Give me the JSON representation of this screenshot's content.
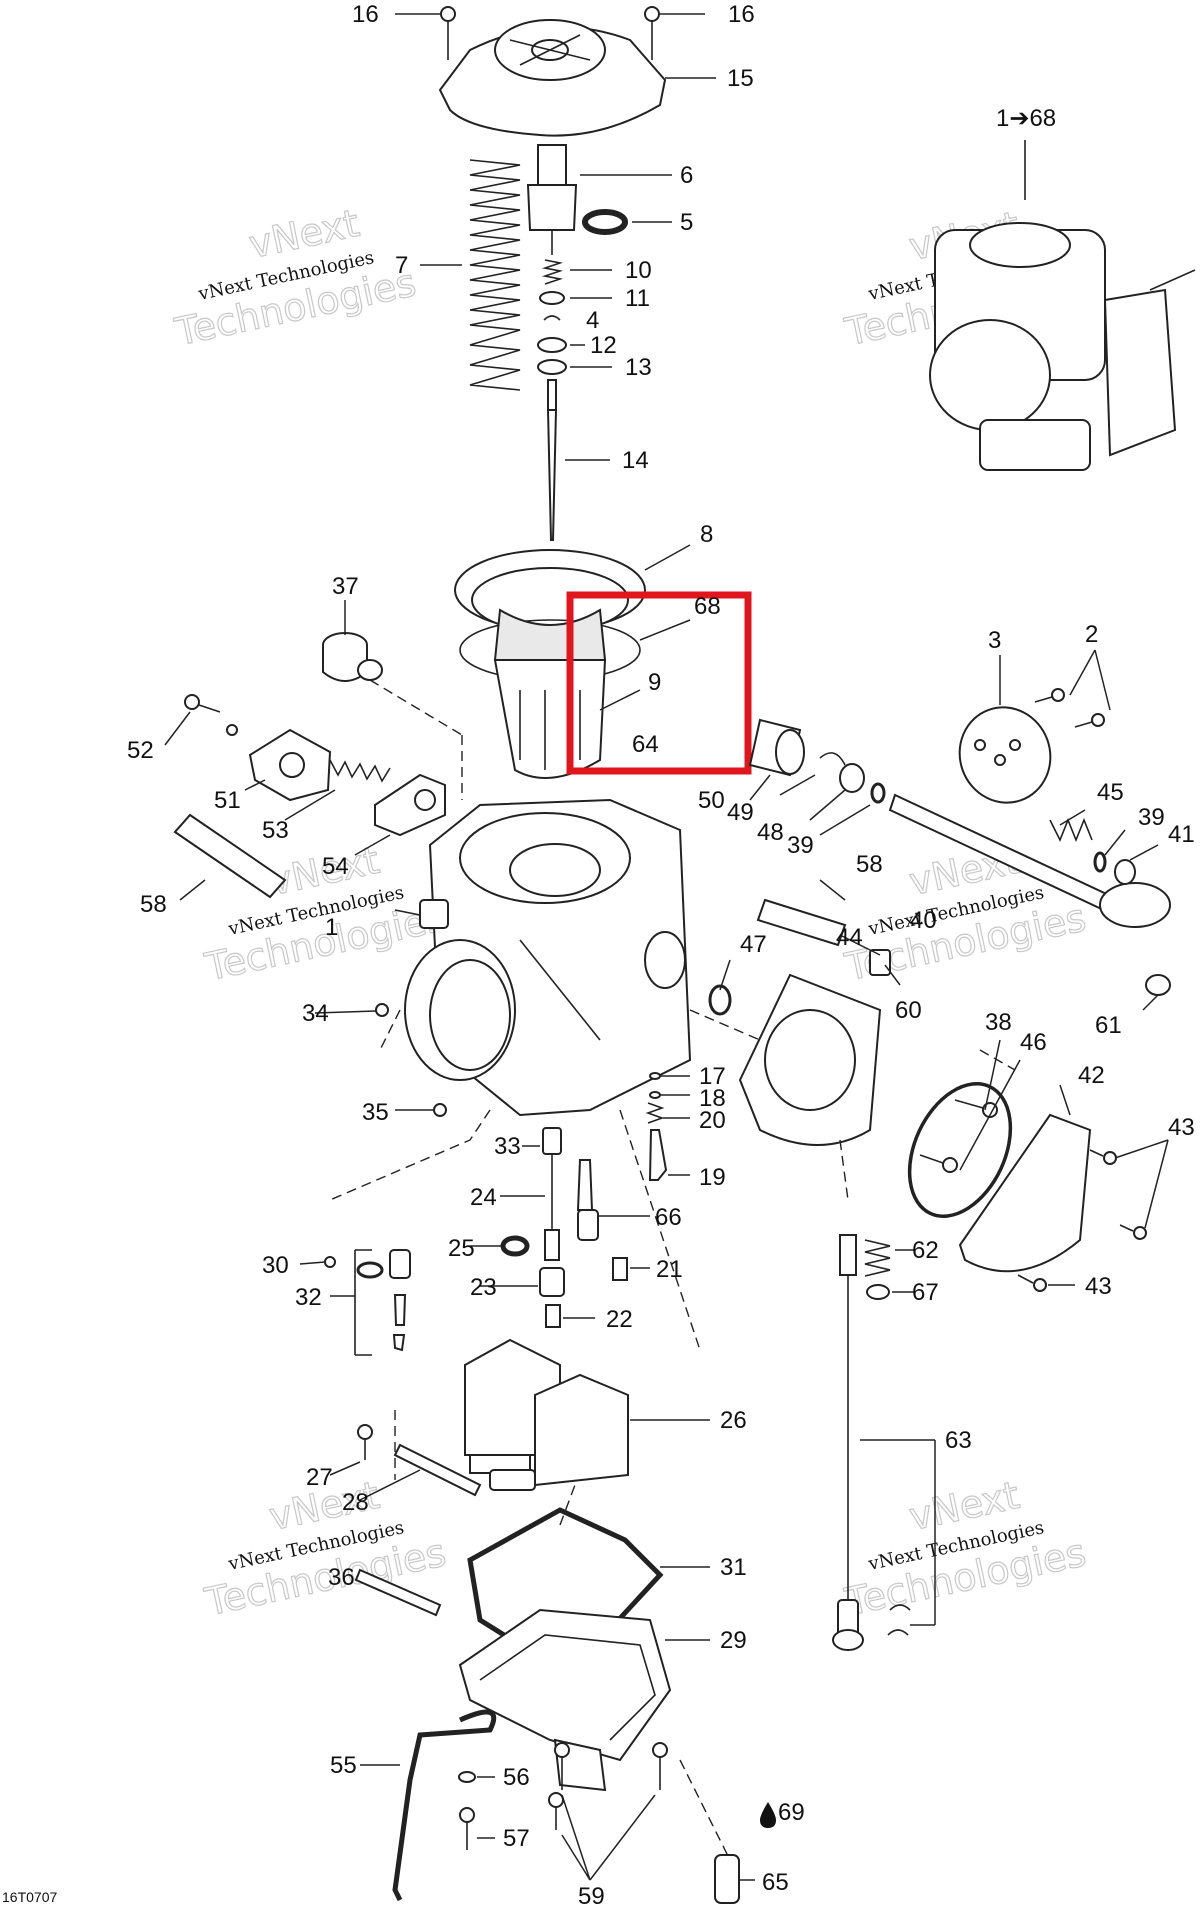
{
  "drawing_code": "16T0707",
  "watermark": {
    "line1": "vNext",
    "line2": "vNext Technologies",
    "line3": "Technologies"
  },
  "assembly_ref": "1➔68",
  "drop_icon": "oil-drop-icon",
  "highlight_color": "#e0161c",
  "callouts": [
    "16",
    "16",
    "15",
    "6",
    "5",
    "7",
    "10",
    "11",
    "4",
    "12",
    "13",
    "14",
    "8",
    "68",
    "37",
    "3",
    "2",
    "9",
    "64",
    "52",
    "51",
    "50",
    "49",
    "48",
    "39",
    "45",
    "39",
    "41",
    "53",
    "54",
    "58",
    "58",
    "1",
    "40",
    "44",
    "47",
    "34",
    "60",
    "61",
    "38",
    "46",
    "42",
    "43",
    "17",
    "18",
    "20",
    "35",
    "33",
    "19",
    "24",
    "66",
    "30",
    "25",
    "21",
    "32",
    "23",
    "22",
    "62",
    "67",
    "43",
    "26",
    "63",
    "27",
    "28",
    "31",
    "36",
    "29",
    "55",
    "56",
    "69",
    "57",
    "59",
    "65"
  ]
}
